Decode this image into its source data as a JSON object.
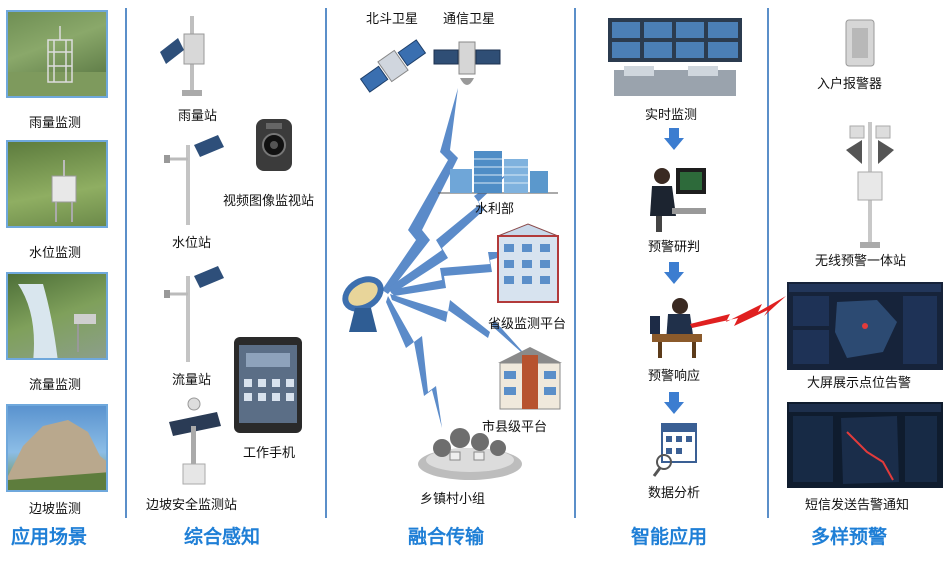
{
  "sections": {
    "scenario": "应用场景",
    "perception": "综合感知",
    "transmission": "融合传输",
    "application": "智能应用",
    "warning": "多样预警"
  },
  "scenarios": [
    "雨量监测",
    "水位监测",
    "流量监测",
    "边坡监测"
  ],
  "stations": {
    "rain": "雨量站",
    "water_level": "水位站",
    "flow": "流量站",
    "slope": "边坡安全监测站",
    "video": "视频图像监视站",
    "phone": "工作手机"
  },
  "transmission": {
    "beidou": "北斗卫星",
    "comm_sat": "通信卫星",
    "ministry": "水利部",
    "provincial": "省级监测平台",
    "city": "市县级平台",
    "village": "乡镇村小组"
  },
  "application": [
    "实时监测",
    "预警研判",
    "预警响应",
    "数据分析"
  ],
  "warning": [
    "入户报警器",
    "无线预警一体站",
    "大屏展示点位告警",
    "短信发送告警通知"
  ],
  "colors": {
    "accent": "#1f7fd6",
    "divider": "#5b8fc9",
    "lightning": "#4a7fc4",
    "alert": "#e02020"
  }
}
